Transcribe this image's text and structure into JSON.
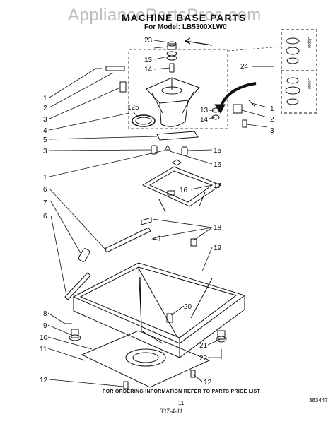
{
  "watermark": "AppliancePartsPros.com",
  "title": "MACHINE BASE PARTS",
  "model": "For Model: LB5300XLW0",
  "footer_note": "FOR ORDERING INFORMATION REFER TO PARTS PRICE LIST",
  "page_number": "11",
  "handwritten_note": "337-4-11",
  "diagram_code": "383447",
  "inset_labels": {
    "upper": "Upper",
    "lower": "Lower"
  },
  "callouts": [
    {
      "id": "23",
      "text": "23"
    },
    {
      "id": "13a",
      "text": "13"
    },
    {
      "id": "14a",
      "text": "14"
    },
    {
      "id": "24",
      "text": "24"
    },
    {
      "id": "125",
      "text": "125"
    },
    {
      "id": "13b",
      "text": "13"
    },
    {
      "id": "14b",
      "text": "14"
    },
    {
      "id": "1L",
      "text": "1"
    },
    {
      "id": "2L",
      "text": "2"
    },
    {
      "id": "3L",
      "text": "3"
    },
    {
      "id": "4L",
      "text": "4"
    },
    {
      "id": "1R",
      "text": "1"
    },
    {
      "id": "2R",
      "text": "2"
    },
    {
      "id": "3R",
      "text": "3"
    },
    {
      "id": "5",
      "text": "5"
    },
    {
      "id": "3L2",
      "text": "3"
    },
    {
      "id": "15",
      "text": "15"
    },
    {
      "id": "16a",
      "text": "16"
    },
    {
      "id": "1L2",
      "text": "1"
    },
    {
      "id": "16b",
      "text": "16"
    },
    {
      "id": "17",
      "text": "17"
    },
    {
      "id": "6a",
      "text": "6"
    },
    {
      "id": "7",
      "text": "7"
    },
    {
      "id": "6b",
      "text": "6"
    },
    {
      "id": "18",
      "text": "18"
    },
    {
      "id": "19",
      "text": "19"
    },
    {
      "id": "20",
      "text": "20"
    },
    {
      "id": "8",
      "text": "8"
    },
    {
      "id": "9",
      "text": "9"
    },
    {
      "id": "10",
      "text": "10"
    },
    {
      "id": "11",
      "text": "11"
    },
    {
      "id": "12L",
      "text": "12"
    },
    {
      "id": "21",
      "text": "21"
    },
    {
      "id": "22",
      "text": "22"
    },
    {
      "id": "12R",
      "text": "12"
    }
  ]
}
